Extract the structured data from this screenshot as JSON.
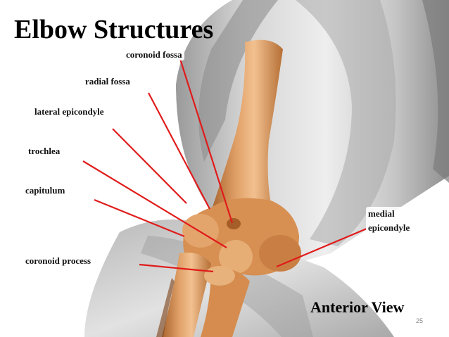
{
  "slide": {
    "title": "Elbow Structures",
    "view_label": "Anterior View",
    "page_number": "25"
  },
  "labels": {
    "coronoid_fossa": "coronoid fossa",
    "radial_fossa": "radial fossa",
    "lateral_epicondyle": "lateral epicondyle",
    "trochlea": "trochlea",
    "capitulum": "capitulum",
    "coronoid_process": "coronoid process",
    "medial_epicondyle_line1": "medial",
    "medial_epicondyle_line2": "epicondyle"
  },
  "colors": {
    "pointer_line": "#e01b1b",
    "bone": "#d9955a",
    "muscle": "#cfcfcf",
    "background": "#ffffff"
  }
}
